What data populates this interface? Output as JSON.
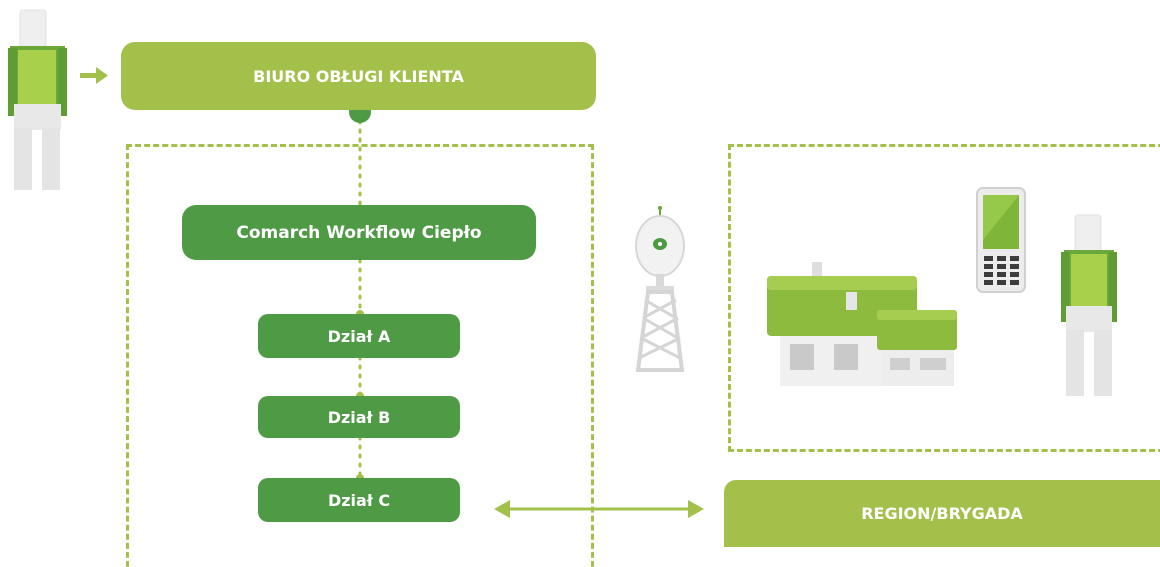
{
  "header": {
    "label": "BIURO OBŁUGI KLIENTA"
  },
  "workflow": {
    "label": "Comarch Workflow Ciepło"
  },
  "departments": [
    {
      "label": "Dział A"
    },
    {
      "label": "Dział B"
    },
    {
      "label": "Dział C"
    }
  ],
  "region": {
    "label": "REGION/BRYGADA"
  },
  "colors": {
    "lime": "#a3c14a",
    "dark_green": "#4f9a45",
    "grey": "#d5d5d5"
  },
  "icons": [
    "person-icon",
    "arrow-right-icon",
    "antenna-tower-icon",
    "house-icon",
    "mobile-phone-icon",
    "double-arrow-icon"
  ]
}
